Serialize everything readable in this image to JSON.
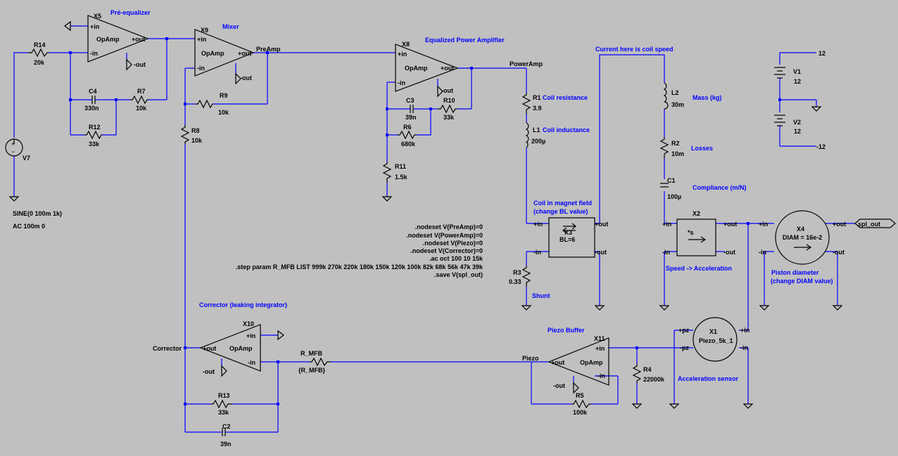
{
  "comments": {
    "pre_equalizer": "Pré-equalizer",
    "mixer": "Mixer",
    "equalized_power_amplifier": "Equalized Power Amplifier",
    "current_coil_speed": "Current here is coil speed",
    "mass": "Mass (kg)",
    "losses": "Losses",
    "compliance": "Compliance (m/N)",
    "coil_resistance": "Coil resistance",
    "coil_inductance": "Coil inductance",
    "coil_magnet_1": "Coil in magnet field",
    "coil_magnet_2": "(change BL value)",
    "shunt": "Shunt",
    "speed_accel": "Speed -> Acceleration",
    "piston_1": "Piston diameter",
    "piston_2": "(change DIAM value)",
    "corrector": "Corrector (leaking integrator)",
    "piezo_buffer": "Piezo Buffer",
    "accel_sensor": "Acceleration sensor"
  },
  "directives": [
    ".nodeset V(PreAmp)=0",
    ".nodeset V(PowerAmp)=0",
    ".nodeset V(Piezo)=0",
    ".nodeset V(Corrector)=0",
    ".ac oct 100 10 15k",
    ".step param R_MFB LIST 999k 270k 220k 180k 150k 120k 100k 82k 68k 56k 47k 39k",
    ".save V(spl_out)"
  ],
  "nets": {
    "preamp": "PreAmp",
    "poweramp": "PowerAmp",
    "corrector": "Corrector",
    "piezo": "Piezo",
    "spl_out": "spl_out",
    "plus12": "12",
    "minus12": "-12"
  },
  "source": {
    "name": "V7",
    "line1": "SINE(0 100m 1k)",
    "line2": "AC 100m 0"
  },
  "opamp": {
    "model": "OpAmp",
    "pin_in_p": "+in",
    "pin_in_n": "-in",
    "pin_out_p": "+out",
    "pin_out_n": "-out",
    "X5": "X5",
    "X9": "X9",
    "X8": "X8",
    "X10": "X10",
    "X11": "X11"
  },
  "resistors": {
    "R14": {
      "name": "R14",
      "value": "20k"
    },
    "R7": {
      "name": "R7",
      "value": "10k"
    },
    "R12": {
      "name": "R12",
      "value": "33k"
    },
    "R9": {
      "name": "R9",
      "value": "10k"
    },
    "R8": {
      "name": "R8",
      "value": "10k"
    },
    "R10": {
      "name": "R10",
      "value": "33k"
    },
    "R6": {
      "name": "R6",
      "value": "680k"
    },
    "R11": {
      "name": "R11",
      "value": "1.5k"
    },
    "R1": {
      "name": "R1",
      "value": "3.9"
    },
    "R3": {
      "name": "R3",
      "value": "0.33"
    },
    "R2": {
      "name": "R2",
      "value": "10m"
    },
    "R13": {
      "name": "R13",
      "value": "33k"
    },
    "RMFB": {
      "name": "R_MFB",
      "value": "{R_MFB}"
    },
    "R4": {
      "name": "R4",
      "value": "22000k"
    },
    "R5": {
      "name": "R5",
      "value": "100k"
    }
  },
  "capacitors": {
    "C4": {
      "name": "C4",
      "value": "330n"
    },
    "C3": {
      "name": "C3",
      "value": "39n"
    },
    "C1": {
      "name": "C1",
      "value": "100µ"
    },
    "C2": {
      "name": "C2",
      "value": "39n"
    }
  },
  "inductors": {
    "L1": {
      "name": "L1",
      "value": "200µ"
    },
    "L2": {
      "name": "L2",
      "value": "30m"
    }
  },
  "batteries": {
    "V1": {
      "name": "V1",
      "value": "12"
    },
    "V2": {
      "name": "V2",
      "value": "12"
    }
  },
  "blocks": {
    "X3": {
      "name": "X3",
      "param": "BL=6",
      "in_p": "+in",
      "in_n": "-in",
      "out_p": "+out",
      "out_n": "-out"
    },
    "X2": {
      "name": "X2",
      "param": "*s",
      "in_p": "+in",
      "in_n": "-in",
      "out_p": "+out",
      "out_n": "-out"
    },
    "X4": {
      "name": "X4",
      "param": "DIAM = 16e-2",
      "in_p": "+in",
      "in_n": "-in",
      "out_p": "+out",
      "out_n": "-out"
    },
    "X1": {
      "name": "X1",
      "param": "Piezo_5k_1",
      "pz_p": "+pz",
      "pz_n": "-pz",
      "in_p": "+in",
      "in_n": "-in"
    }
  }
}
